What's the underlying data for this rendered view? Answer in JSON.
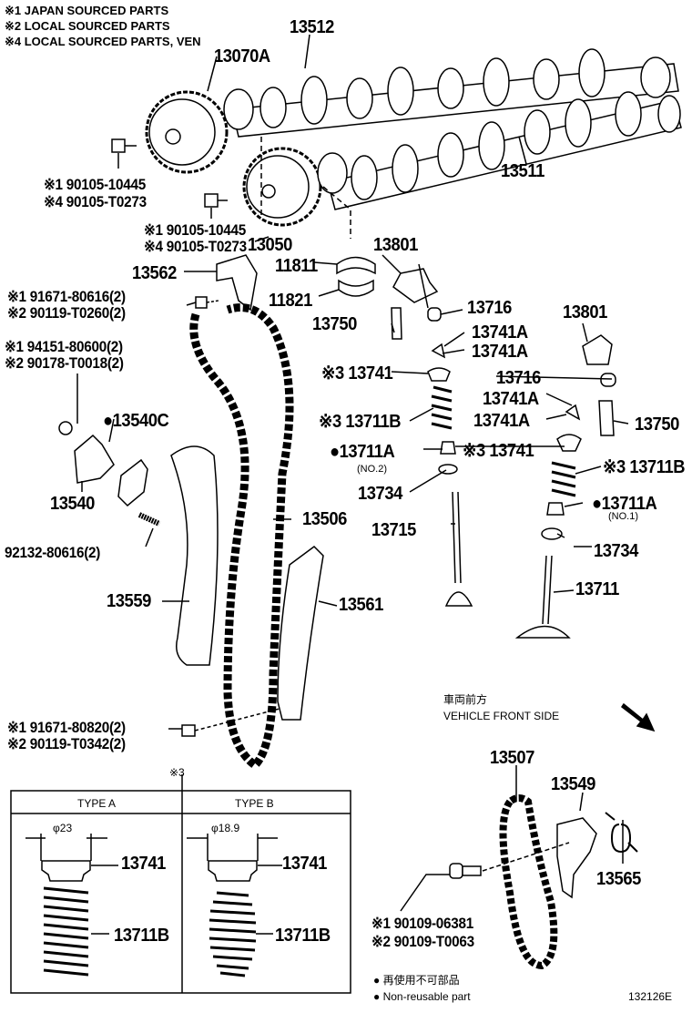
{
  "legend": [
    "※1 JAPAN SOURCED PARTS",
    "※2 LOCAL SOURCED PARTS",
    "※4 LOCAL SOURCED PARTS, VEN"
  ],
  "labels": {
    "p13512": "13512",
    "p13070A": "13070A",
    "p13511": "13511",
    "b1a": "※1 90105-10445",
    "b1b": "※4 90105-T0273",
    "b2a": "※1 90105-10445",
    "b2b": "※4 90105-T0273",
    "p13050": "13050",
    "p13801a": "13801",
    "p11811": "11811",
    "p13562": "13562",
    "p11821": "11821",
    "p13716a": "13716",
    "p13750a": "13750",
    "p13801b": "13801",
    "b3a": "※1 91671-80616(2)",
    "b3b": "※2 90119-T0260(2)",
    "b4a": "※1 94151-80600(2)",
    "b4b": "※2 90178-T0018(2)",
    "p13741Aa": "13741A",
    "p13741Ab": "13741A",
    "p13741a": "※3 13741",
    "p13716b": "13716",
    "p13741Ac": "13741A",
    "p13711Ba": "※3 13711B",
    "p13741Ad": "13741A",
    "p13750b": "13750",
    "p13540C": "●13540C",
    "p13711Aa": "●13711A",
    "no2": "(NO.2)",
    "p13741b": "※3 13741",
    "p13711Bb": "※3 13711B",
    "p13540": "13540",
    "p13734a": "13734",
    "p13711Ab": "●13711A",
    "no1": "(NO.1)",
    "p13506": "13506",
    "p13715": "13715",
    "stud": "92132-80616(2)",
    "p13734b": "13734",
    "p13559": "13559",
    "p13561": "13561",
    "p13711": "13711",
    "b5a": "※1 91671-80820(2)",
    "b5b": "※2 90119-T0342(2)",
    "p13507": "13507",
    "p13549": "13549",
    "p13565": "13565",
    "b6a": "※1 90109-06381",
    "b6b": "※2 90109-T0063"
  },
  "front": {
    "jp": "車両前方",
    "en": "VEHICLE FRONT SIDE"
  },
  "types": {
    "note": "※3",
    "a": {
      "title": "TYPE A",
      "dia": "φ23",
      "retainer": "13741",
      "spring": "13711B"
    },
    "b": {
      "title": "TYPE B",
      "dia": "φ18.9",
      "retainer": "13741",
      "spring": "13711B"
    }
  },
  "footer": {
    "jp": "● 再使用不可部品",
    "en": "● Non-reusable part",
    "code": "132126E"
  }
}
